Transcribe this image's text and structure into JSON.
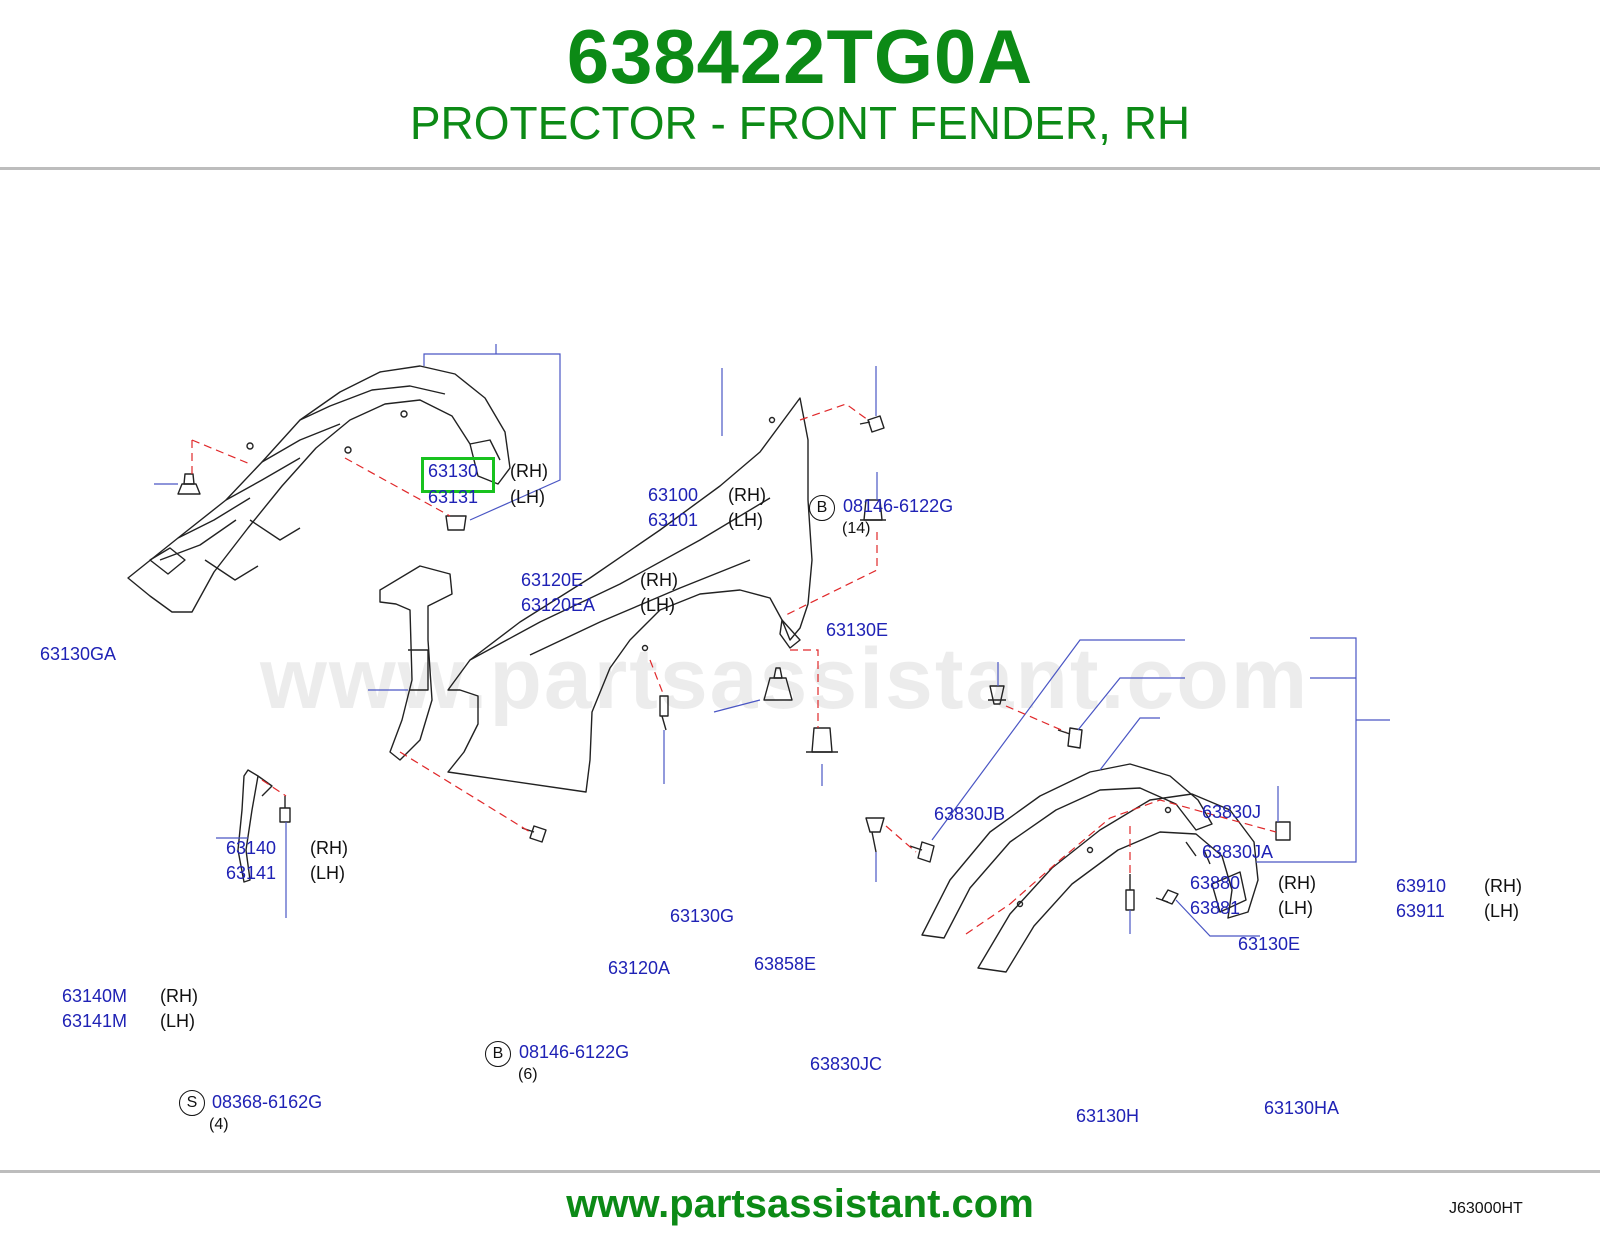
{
  "header": {
    "part_number": "638422TG0A",
    "description": "PROTECTOR - FRONT FENDER, RH"
  },
  "footer": {
    "url": "www.partsassistant.com"
  },
  "watermark": "www.partsassistant.com",
  "diagram_code": "J63000HT",
  "colors": {
    "brand": "#0c8a16",
    "label": "#1f22b5",
    "highlight": "#18c21f",
    "leader": "#e0282a"
  },
  "labels": {
    "p63130": "63130",
    "p63131": "63131",
    "p63120E": "63120E",
    "p63120EA": "63120EA",
    "p63130GA": "63130GA",
    "p63100": "63100",
    "p63101": "63101",
    "p08146_top": "08146-6122G",
    "p63130E_top": "63130E",
    "p63140": "63140",
    "p63141": "63141",
    "p63130G": "63130G",
    "p63120A": "63120A",
    "p63858E": "63858E",
    "p63140M": "63140M",
    "p63141M": "63141M",
    "p08146_bot": "08146-6122G",
    "p08368": "08368-6162G",
    "p63830JB": "63830JB",
    "p63830J": "63830J",
    "p63830JA": "63830JA",
    "p63880": "63880",
    "p63881": "63881",
    "p63910": "63910",
    "p63911": "63911",
    "p63130E_right": "63130E",
    "p63830JC": "63830JC",
    "p63130H": "63130H",
    "p63130HA": "63130HA"
  },
  "sides": {
    "rh": "(RH)",
    "lh": "(LH)"
  },
  "markers": {
    "b": "B",
    "s": "S"
  },
  "quantities": {
    "q14": "(14)",
    "q6": "(6)",
    "q4": "(4)"
  }
}
